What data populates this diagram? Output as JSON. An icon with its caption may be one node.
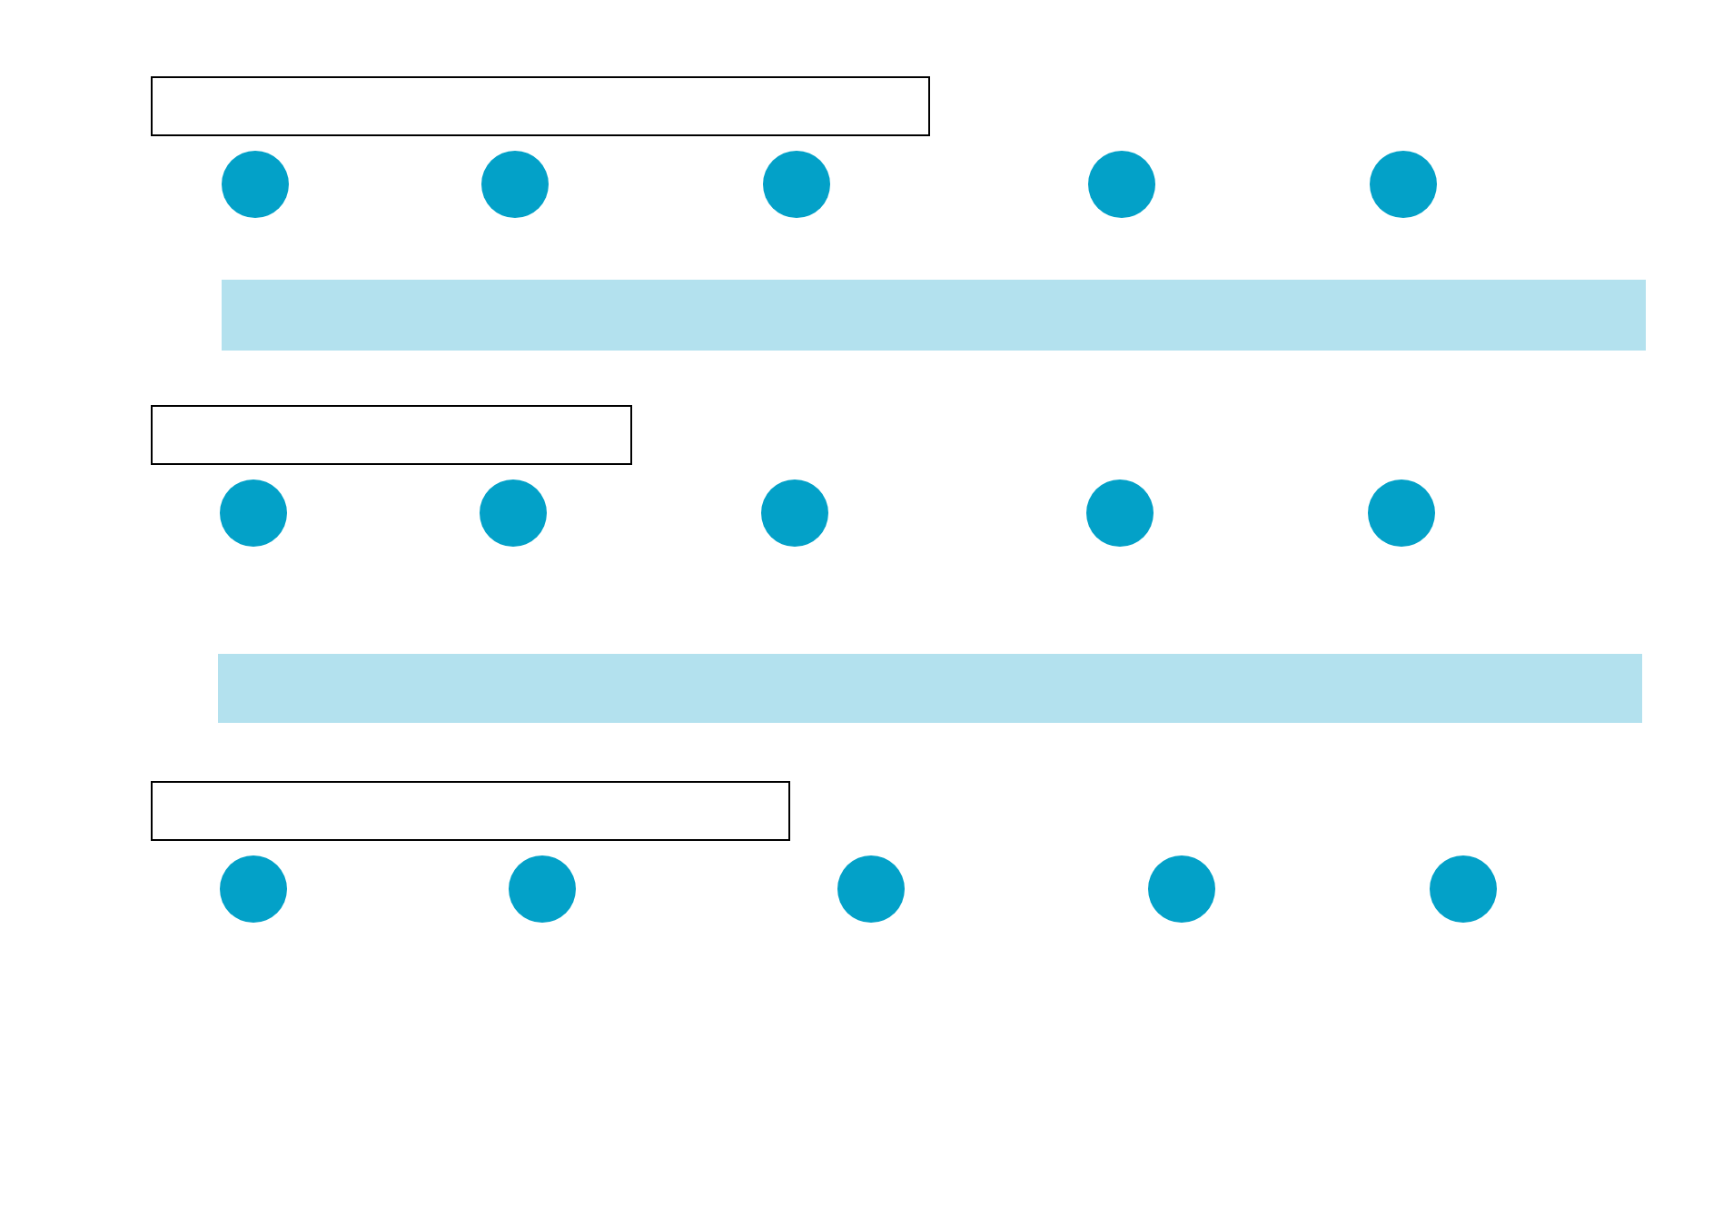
{
  "diagram": {
    "nodes": [
      {
        "text": [],
        "shape": "box"
      },
      {
        "text": [],
        "shape": "circle"
      },
      {
        "text": [],
        "shape": "circle"
      },
      {
        "text": [],
        "shape": "circle"
      },
      {
        "text": [],
        "shape": "circle"
      },
      {
        "text": [],
        "shape": "circle"
      },
      {
        "text": [],
        "shape": "bar"
      },
      {
        "text": [],
        "shape": "box"
      },
      {
        "text": [],
        "shape": "circle"
      },
      {
        "text": [],
        "shape": "circle"
      },
      {
        "text": [],
        "shape": "circle"
      },
      {
        "text": [],
        "shape": "circle"
      },
      {
        "text": [],
        "shape": "circle"
      },
      {
        "text": [],
        "shape": "bar"
      },
      {
        "text": [],
        "shape": "box"
      },
      {
        "text": [],
        "shape": "circle"
      },
      {
        "text": [],
        "shape": "circle"
      },
      {
        "text": [],
        "shape": "circle"
      },
      {
        "text": [],
        "shape": "circle"
      },
      {
        "text": [],
        "shape": "circle"
      }
    ]
  }
}
